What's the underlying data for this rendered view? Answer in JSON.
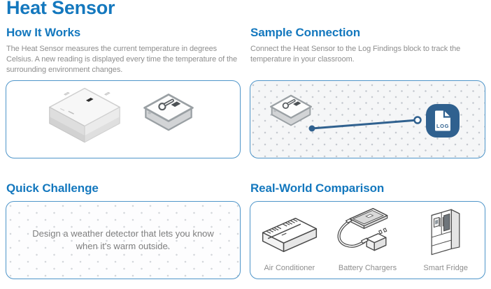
{
  "page": {
    "title": "Heat Sensor"
  },
  "colors": {
    "accent_blue": "#1478BE",
    "panel_border": "#4E95C9",
    "connection_blue": "#30618F",
    "body_text": "#8E8E8E"
  },
  "sections": {
    "how_it_works": {
      "heading": "How It Works",
      "body": "The Heat Sensor measures the current temperature in degrees Celsius. A new reading is displayed every time the temperature of the surrounding environment changes."
    },
    "sample_connection": {
      "heading": "Sample Connection",
      "body": "Connect the Heat Sensor to the Log Findings block to track the temperature in your classroom.",
      "log_block_label": "LOG"
    },
    "quick_challenge": {
      "heading": "Quick Challenge",
      "body": "Design a weather detector that lets you know when it's warm outside."
    },
    "real_world": {
      "heading": "Real-World Comparison",
      "items": [
        {
          "label": "Air Conditioner"
        },
        {
          "label": "Battery Chargers"
        },
        {
          "label": "Smart Fridge"
        }
      ]
    }
  },
  "icons": {
    "heat_sensor_photo": "isometric photo of white heat-sensor hardware block",
    "heat_sensor_block": "isometric white block with thermometer glyph",
    "log_document": "document page with folded corner",
    "connection_wire": "dark-blue wire with filled and hollow endpoints",
    "air_conditioner": "isometric wall air-conditioner line art",
    "battery_charger": "phone with cable and wall charger line art",
    "smart_fridge": "isometric french-door fridge line art"
  }
}
